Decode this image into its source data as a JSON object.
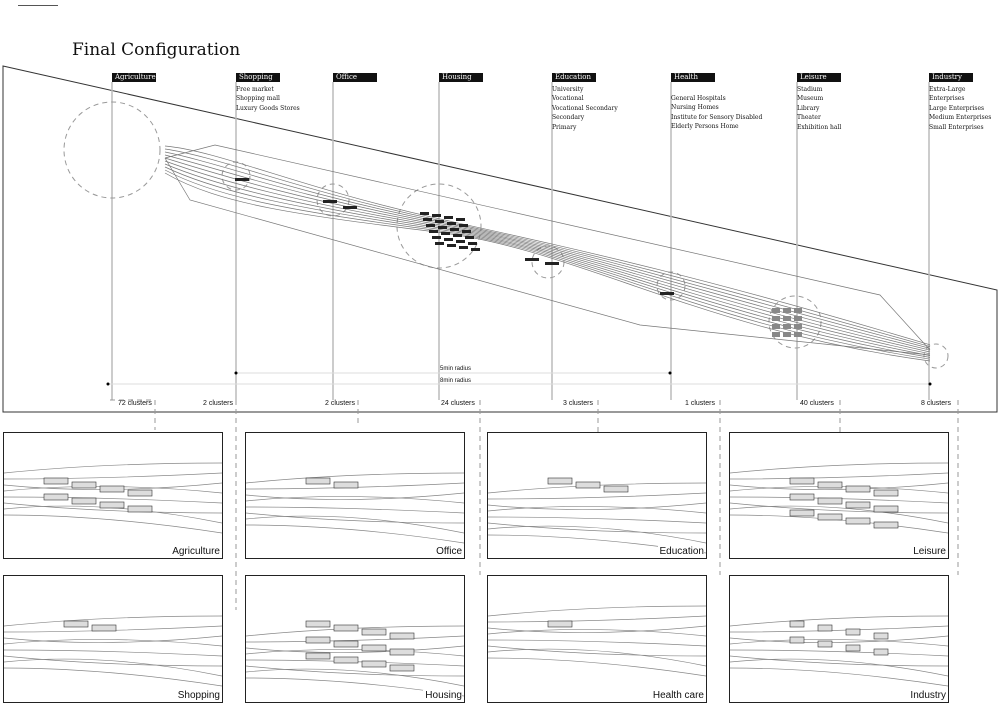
{
  "title": "Final Configuration",
  "categories": [
    {
      "label": "Agriculture",
      "items": [],
      "clusters": "72 clusters"
    },
    {
      "label": "Shopping",
      "items": [
        "Free market",
        "Shopping mall",
        "Luxury Goods Stores"
      ],
      "clusters": "2 clusters"
    },
    {
      "label": "Office",
      "items": [],
      "clusters": "2 clusters"
    },
    {
      "label": "Housing",
      "items": [],
      "clusters": "24 clusters"
    },
    {
      "label": "Education",
      "items": [
        "University",
        "Vocational",
        "Vocational Secondary",
        "Secondary",
        "Primary"
      ],
      "clusters": "3 clusters"
    },
    {
      "label": "Health care",
      "items": [
        "General Hospitals",
        "Nursing Homes",
        "Institute for Sensory Disabled",
        "Elderly Persons Home"
      ],
      "clusters": "1 clusters"
    },
    {
      "label": "Leisure",
      "items": [
        "Stadium",
        "Museum",
        "Library",
        "Theater",
        "Exhibition hall"
      ],
      "clusters": "40 clusters"
    },
    {
      "label": "Industry",
      "items": [
        "Extra-Large Enterprises",
        "Large Enterprises",
        "Medium Enterprises",
        "Small Enterprises"
      ],
      "clusters": "8 clusters"
    }
  ],
  "radius": {
    "five": "5min radius",
    "eight": "8min radius"
  },
  "panels": [
    "Agriculture",
    "Office",
    "Education",
    "Leisure",
    "Shopping",
    "Housing",
    "Health care",
    "Industry"
  ]
}
